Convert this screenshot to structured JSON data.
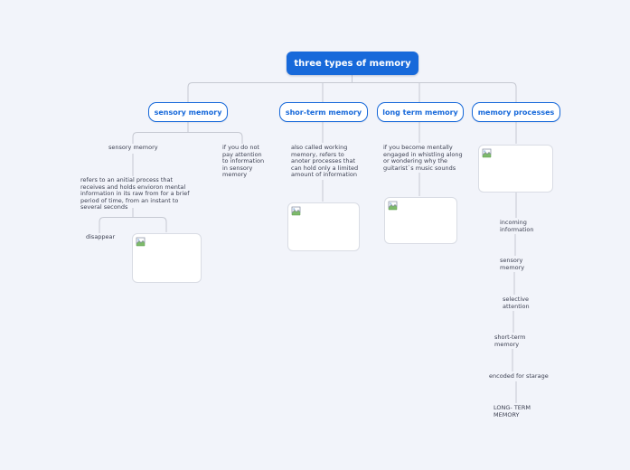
{
  "root": {
    "label": "three types of memory"
  },
  "branches": {
    "sensory": {
      "label": "sensory memory",
      "sublabel": "sensory memory",
      "attention_note": "if you do not pay attention to information in sensory memory",
      "definition": "refers to an anitial process that receives and holds envioron mental information in its raw from for a brief period of time, from an instant to several seconds",
      "disappear": "disappear"
    },
    "short_term": {
      "label": "shor-term memory",
      "note": "also called working memory, refers to anoter processes that can hold only a limited amount of information"
    },
    "long_term": {
      "label": "long term memory",
      "note": "if you become mentally engaged in whistling along or wondering why the guitarist`s music sounds"
    },
    "processes": {
      "label": "memory processes",
      "steps": [
        "incoming information",
        "sensory memory",
        "selective attention",
        "short-term memory",
        "encoded for starage",
        "LONG- TERM MEMORY"
      ]
    }
  },
  "icons": {
    "broken_image": "broken-image-icon"
  },
  "colors": {
    "accent": "#1769da",
    "background": "#f2f4fa",
    "connector": "#c6c9d2",
    "note_text": "#3d4152"
  }
}
